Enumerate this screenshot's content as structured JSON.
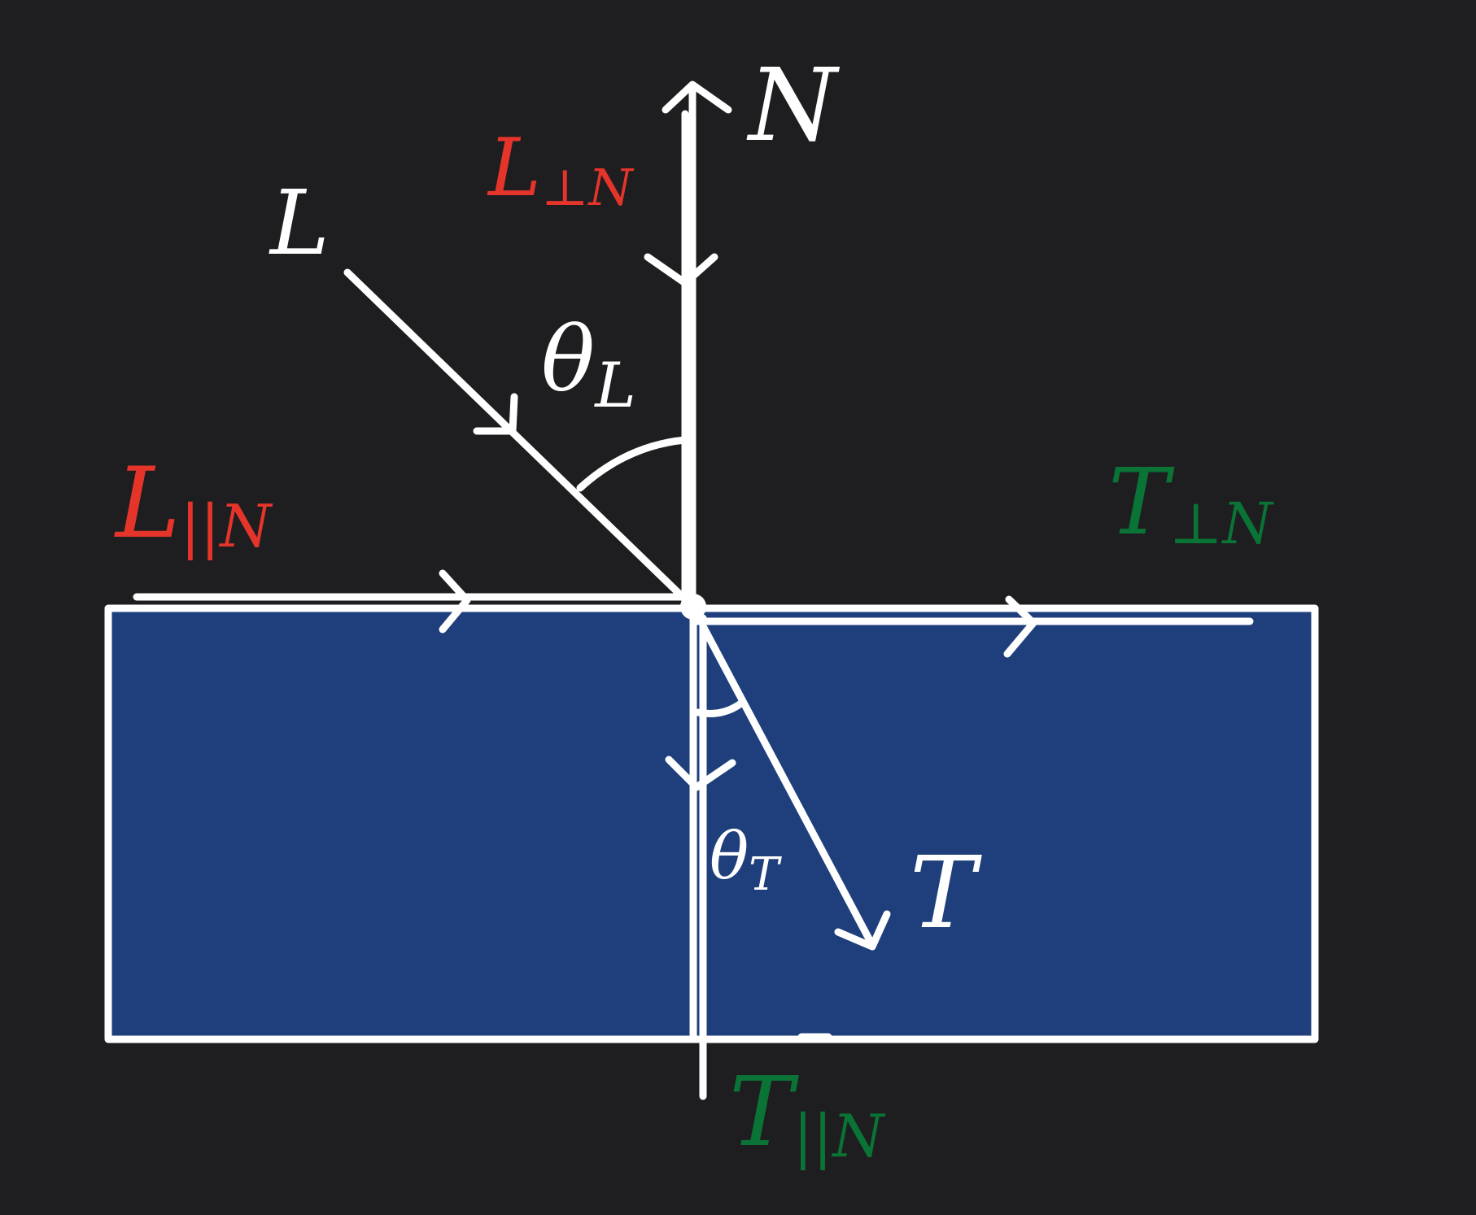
{
  "colors": {
    "background": "#1e1e20",
    "medium": "#1f3f7c",
    "stroke": "#ffffff",
    "incident_components": "#e5352b",
    "transmitted_components": "#0a7336"
  },
  "labels": {
    "normal": "N",
    "incident": "L",
    "transmitted": "T",
    "incident_perp": {
      "base": "L",
      "sub": "⊥N"
    },
    "incident_par": {
      "base": "L",
      "sub": "||N"
    },
    "transmitted_perp": {
      "base": "T",
      "sub": "⊥N"
    },
    "transmitted_par": {
      "base": "T",
      "sub": "||N"
    },
    "theta_incident": {
      "base": "θ",
      "sub": "L"
    },
    "theta_transmitted": {
      "base": "θ",
      "sub": "T"
    }
  }
}
